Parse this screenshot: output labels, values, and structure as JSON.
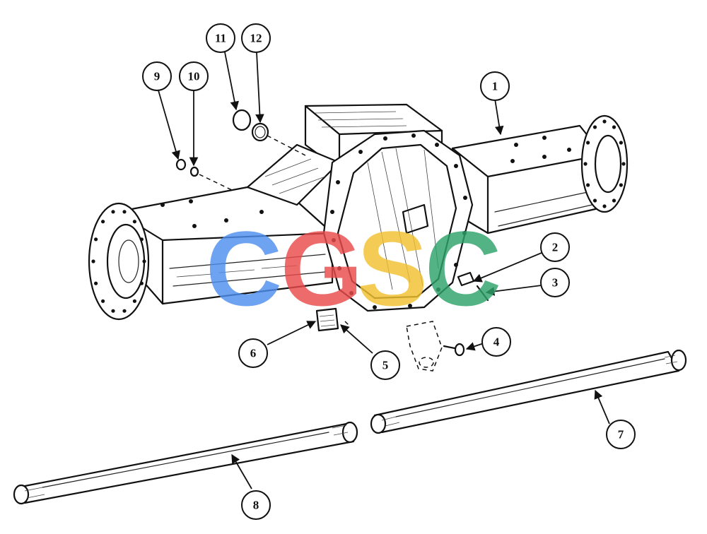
{
  "watermark": {
    "letters": [
      "C",
      "G",
      "S",
      "C"
    ],
    "colors": [
      "#4f8ff0",
      "#ea4b4b",
      "#f2c230",
      "#2ea36a"
    ]
  },
  "callouts": [
    "1",
    "2",
    "3",
    "4",
    "5",
    "6",
    "7",
    "8",
    "9",
    "10",
    "11",
    "12"
  ]
}
